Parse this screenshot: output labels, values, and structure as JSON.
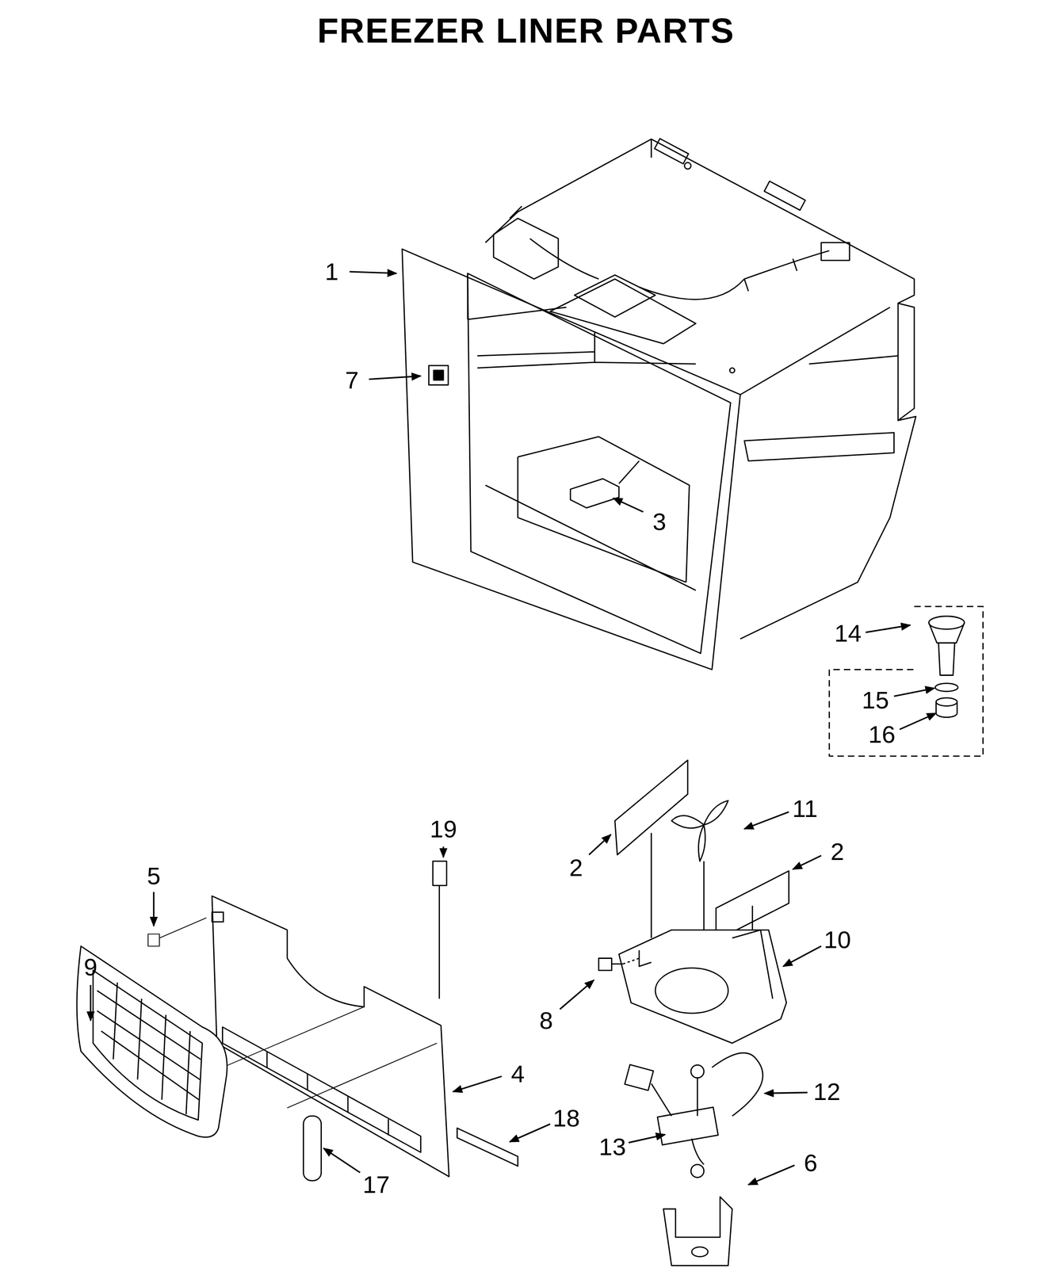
{
  "diagram": {
    "title": "FREEZER LINER PARTS",
    "labels": [
      "1",
      "7",
      "3",
      "14",
      "15",
      "16",
      "19",
      "11",
      "2",
      "2",
      "5",
      "9",
      "10",
      "8",
      "4",
      "12",
      "18",
      "13",
      "6",
      "17"
    ]
  }
}
